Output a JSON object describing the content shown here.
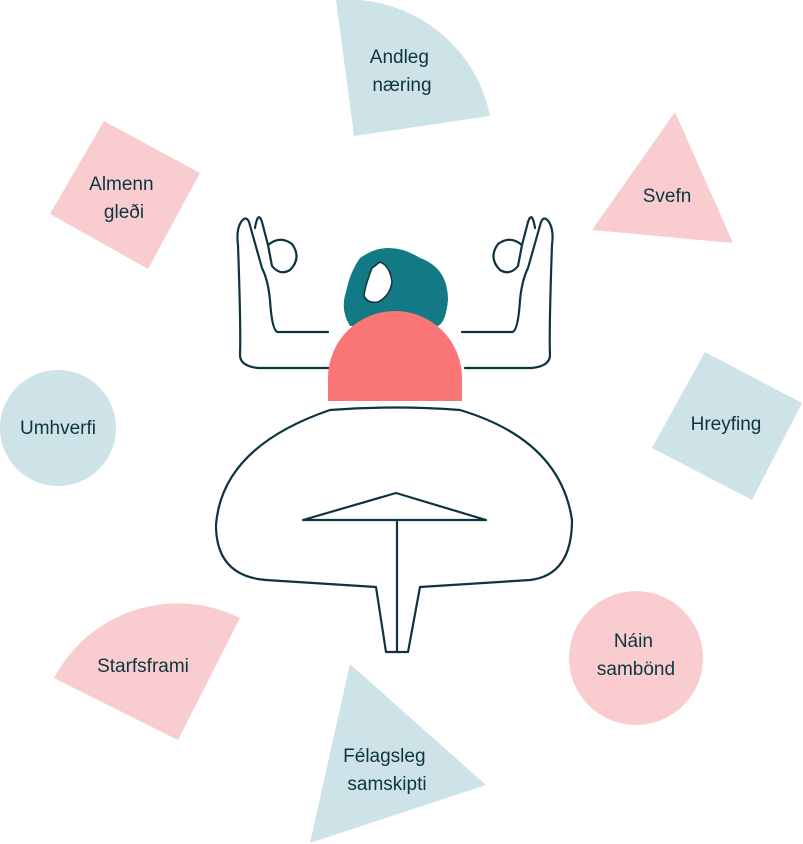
{
  "colors": {
    "blue": "#cde3e8",
    "pink": "#f9cdd0",
    "body_coral": "#fa7576",
    "hair_teal": "#137a85",
    "ink": "#0e3440"
  },
  "center": {
    "figure": "meditating-woman-illustration"
  },
  "topics": [
    {
      "lines": [
        "Andleg",
        "næring"
      ],
      "shape": "quarter-circle",
      "color": "blue"
    },
    {
      "lines": [
        "Svefn"
      ],
      "shape": "triangle",
      "color": "pink"
    },
    {
      "lines": [
        "Hreyfing"
      ],
      "shape": "diamond-square",
      "color": "blue"
    },
    {
      "lines": [
        "Náin",
        "sambönd"
      ],
      "shape": "circle",
      "color": "pink"
    },
    {
      "lines": [
        "Félagsleg",
        "samskipti"
      ],
      "shape": "triangle",
      "color": "blue"
    },
    {
      "lines": [
        "Starfsframi"
      ],
      "shape": "quarter-circle",
      "color": "pink"
    },
    {
      "lines": [
        "Umhverfi"
      ],
      "shape": "circle",
      "color": "blue"
    },
    {
      "lines": [
        "Almenn",
        "gleði"
      ],
      "shape": "diamond-square",
      "color": "pink"
    }
  ]
}
